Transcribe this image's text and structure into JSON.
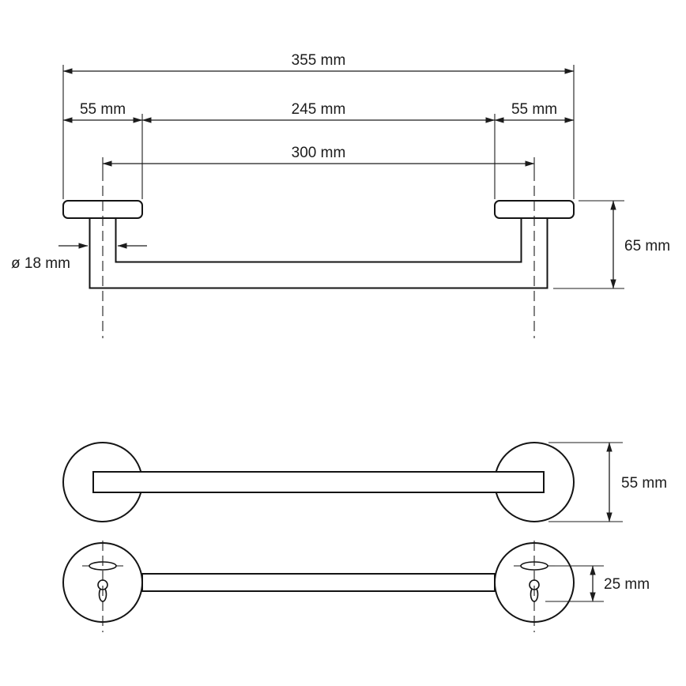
{
  "front_view": {
    "total_width": "355 mm",
    "left_segment": "55 mm",
    "center_segment": "245 mm",
    "right_segment": "55 mm",
    "mounting_distance": "300 mm",
    "bar_diameter": "ø 18 mm",
    "height": "65 mm"
  },
  "side_view": {
    "plate_diameter": "55 mm"
  },
  "mounting_view": {
    "hole_spacing": "25 mm"
  }
}
